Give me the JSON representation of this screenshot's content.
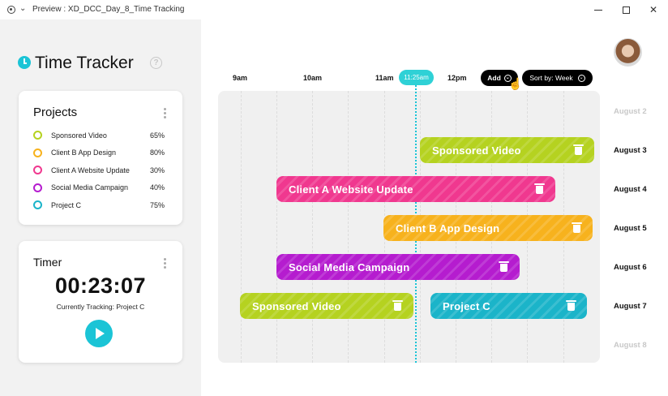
{
  "window": {
    "title": "Preview : XD_DCC_Day_8_Time Tracking"
  },
  "app": {
    "title": "Time Tracker",
    "help": "?"
  },
  "projects": {
    "title": "Projects",
    "items": [
      {
        "name": "Sponsored Video",
        "pct": "65%",
        "color": "#b5d220"
      },
      {
        "name": "Client B App Design",
        "pct": "80%",
        "color": "#f7b21d"
      },
      {
        "name": "Client A Website Update",
        "pct": "30%",
        "color": "#f0388f"
      },
      {
        "name": "Social Media Campaign",
        "pct": "40%",
        "color": "#b51ccf"
      },
      {
        "name": "Project C",
        "pct": "75%",
        "color": "#1bb4c9"
      }
    ]
  },
  "timer": {
    "title": "Timer",
    "time": "00:23:07",
    "tracking": "Currently Tracking: Project C"
  },
  "toolbar": {
    "now": "11:25am",
    "add": "Add",
    "sort": "Sort by: Week"
  },
  "times": [
    "9am",
    "10am",
    "11am",
    "12pm"
  ],
  "dates": [
    "August 2",
    "August 3",
    "August 4",
    "August 5",
    "August 6",
    "August 7",
    "August 8"
  ],
  "tasks": [
    {
      "label": "Sponsored Video",
      "color": "#b5d220"
    },
    {
      "label": "Client A Website Update",
      "color": "#f0388f"
    },
    {
      "label": "Client B App Design",
      "color": "#f7b21d"
    },
    {
      "label": "Social Media Campaign",
      "color": "#b51ccf"
    },
    {
      "label": "Sponsored Video",
      "color": "#b5d220"
    },
    {
      "label": "Project C",
      "color": "#1bb4c9"
    }
  ]
}
